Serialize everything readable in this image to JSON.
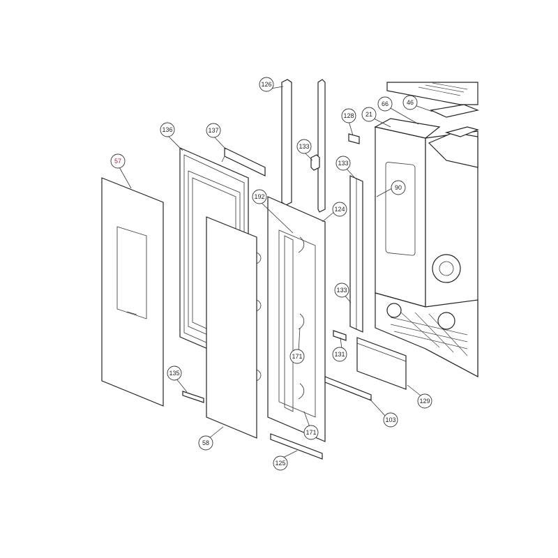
{
  "callouts": [
    {
      "id": "c126",
      "label": "126"
    },
    {
      "id": "c136",
      "label": "136"
    },
    {
      "id": "c137",
      "label": "137"
    },
    {
      "id": "c57",
      "label": "57",
      "highlight": true
    },
    {
      "id": "c133a",
      "label": "133"
    },
    {
      "id": "c192",
      "label": "192"
    },
    {
      "id": "c124",
      "label": "124"
    },
    {
      "id": "c128",
      "label": "128"
    },
    {
      "id": "c21",
      "label": "21"
    },
    {
      "id": "c66",
      "label": "66"
    },
    {
      "id": "c46",
      "label": "46"
    },
    {
      "id": "c133b",
      "label": "133"
    },
    {
      "id": "c90",
      "label": "90"
    },
    {
      "id": "c133c",
      "label": "133"
    },
    {
      "id": "c131",
      "label": "131"
    },
    {
      "id": "c171a",
      "label": "171"
    },
    {
      "id": "c135",
      "label": "135"
    },
    {
      "id": "c129",
      "label": "129"
    },
    {
      "id": "c103",
      "label": "103"
    },
    {
      "id": "c58",
      "label": "58"
    },
    {
      "id": "c171b",
      "label": "171"
    },
    {
      "id": "c125",
      "label": "125"
    }
  ],
  "colors": {
    "line": "#222222",
    "highlight_label": "#a0203a",
    "background": "#ffffff"
  }
}
